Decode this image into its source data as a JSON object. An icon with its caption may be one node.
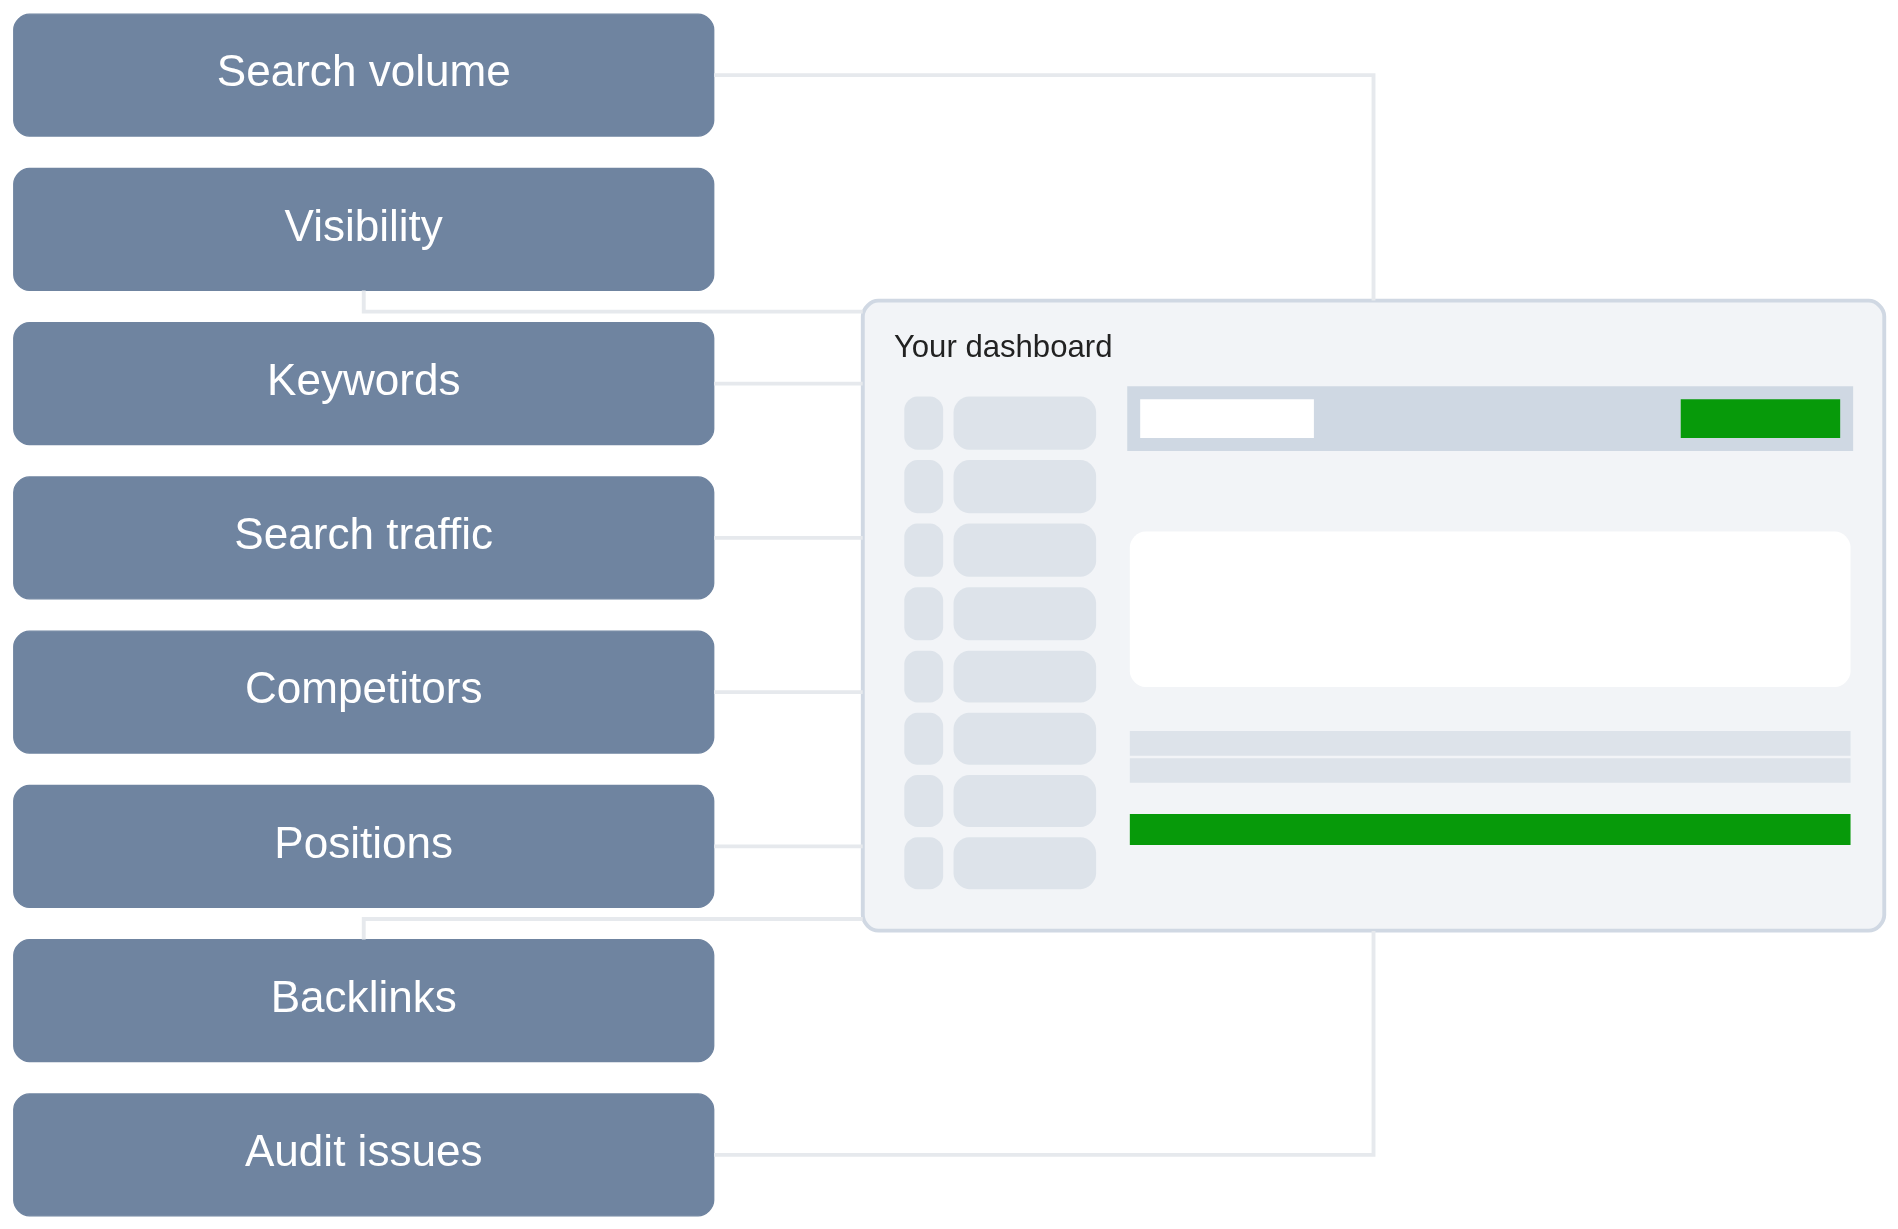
{
  "diagram": {
    "nodes": [
      {
        "text": [
          "Search volume"
        ]
      },
      {
        "text": [
          "Visibility"
        ]
      },
      {
        "text": [
          "Keywords"
        ]
      },
      {
        "text": [
          "Search traffic"
        ]
      },
      {
        "text": [
          "Competitors"
        ]
      },
      {
        "text": [
          "Positions"
        ]
      },
      {
        "text": [
          "Backlinks"
        ]
      },
      {
        "text": [
          "Audit issues"
        ]
      },
      {
        "text": [
          "Your dashboard"
        ]
      }
    ],
    "edges": [
      {
        "from": 0,
        "to": 8,
        "arrow": "none"
      },
      {
        "from": 1,
        "to": 8,
        "arrow": "none"
      },
      {
        "from": 2,
        "to": 8,
        "arrow": "none"
      },
      {
        "from": 3,
        "to": 8,
        "arrow": "none"
      },
      {
        "from": 4,
        "to": 8,
        "arrow": "none"
      },
      {
        "from": 5,
        "to": 8,
        "arrow": "none"
      },
      {
        "from": 6,
        "to": 8,
        "arrow": "none"
      },
      {
        "from": 7,
        "to": 8,
        "arrow": "none"
      }
    ]
  }
}
